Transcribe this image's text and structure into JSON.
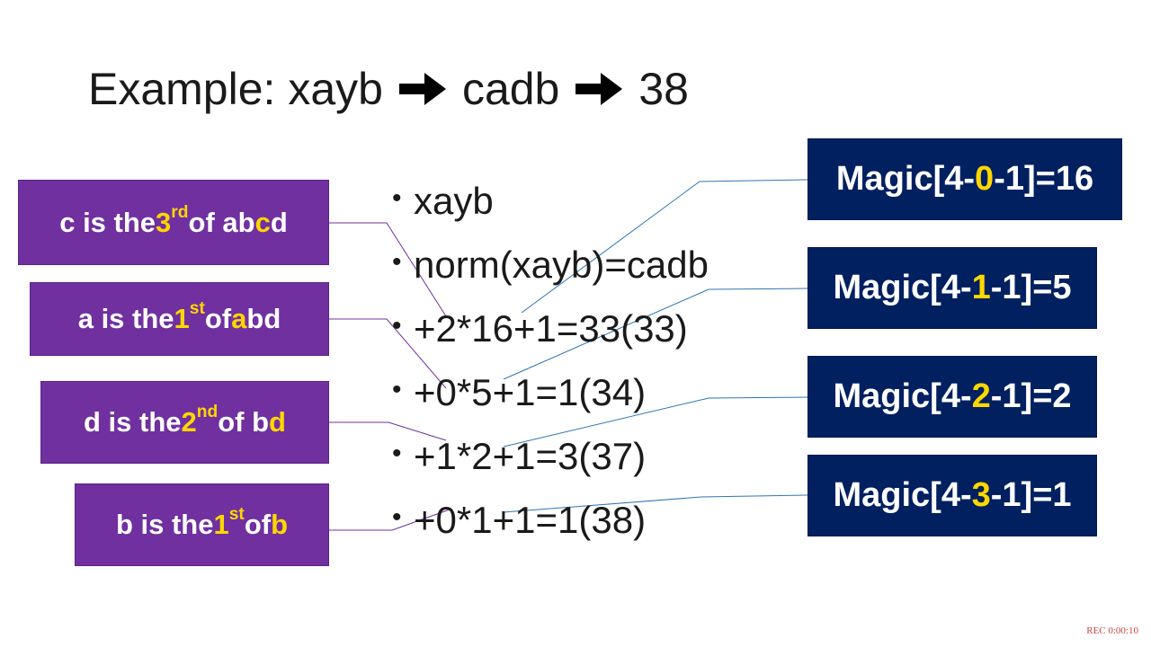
{
  "title": {
    "part1": "Example: xayb",
    "part2": "cadb",
    "part3": "38",
    "arrow_icon": "arrow-right-icon"
  },
  "bullets": [
    "xayb",
    "norm(xayb)=cadb",
    "+2*16+1=33(33)",
    "+0*5+1=1(34)",
    "+1*2+1=3(37)",
    "+0*1+1=1(38)"
  ],
  "left_boxes": [
    {
      "pre": "c is the ",
      "ord_num": "3",
      "ord_sup": "rd",
      "mid": " of ab",
      "hl_letter": "c",
      "post": "d"
    },
    {
      "pre": "a is the ",
      "ord_num": "1",
      "ord_sup": "st",
      "mid": " of ",
      "hl_letter": "a",
      "post": "bd"
    },
    {
      "pre": "d is the ",
      "ord_num": "2",
      "ord_sup": "nd",
      "mid": " of b",
      "hl_letter": "d",
      "post": ""
    },
    {
      "pre": "b is the ",
      "ord_num": "1",
      "ord_sup": "st",
      "mid": " of ",
      "hl_letter": "b",
      "post": ""
    }
  ],
  "right_boxes": [
    {
      "pre": "Magic[4-",
      "hl": "0",
      "post": "-1]=16"
    },
    {
      "pre": "Magic[4-",
      "hl": "1",
      "post": "-1]=5"
    },
    {
      "pre": "Magic[4-",
      "hl": "2",
      "post": "-1]=2"
    },
    {
      "pre": "Magic[4-",
      "hl": "3",
      "post": "-1]=1"
    }
  ],
  "recording": "REC 0:00:10",
  "colors": {
    "purple": "#7030a0",
    "navy": "#002060",
    "highlight": "#ffd700",
    "purple_line": "#7030a0",
    "blue_line": "#2e75b6"
  }
}
